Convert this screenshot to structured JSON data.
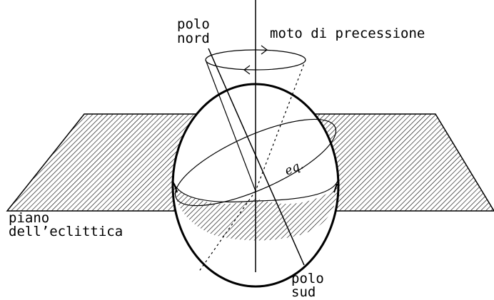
{
  "labels": {
    "polo_nord_line1": "polo",
    "polo_nord_line2": "nord",
    "precession": "moto di precessione",
    "equator": "eq.",
    "piano_line1": "piano",
    "piano_line2": "dell’eclittica",
    "polo_sud_line1": "polo",
    "polo_sud_line2": "sud"
  },
  "colors": {
    "stroke": "#000000",
    "background": "#ffffff"
  }
}
